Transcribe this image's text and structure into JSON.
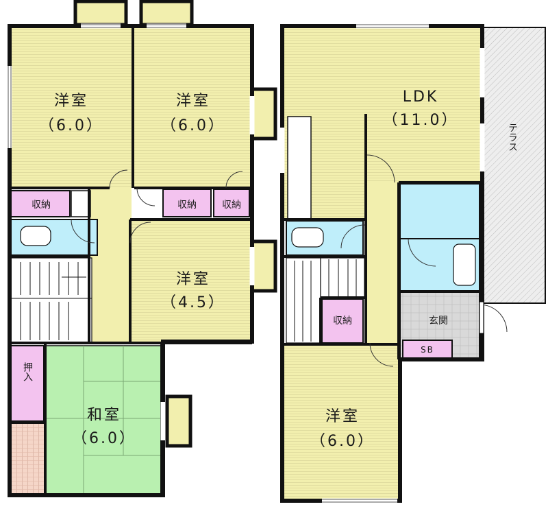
{
  "colors": {
    "wall": "#111111",
    "western_room": "#f2efae",
    "storage": "#f3c3ef",
    "water_area": "#bfeefa",
    "tatami": "#b9f0b0",
    "hallway": "#f2efae",
    "entrance": "#d9d9d9",
    "terrace": "#e6e6e6",
    "floor_lines": "#d9d69a"
  },
  "rooms": {
    "western1": {
      "name": "洋室",
      "size": "（6.0）"
    },
    "western2": {
      "name": "洋室",
      "size": "（6.0）"
    },
    "western3": {
      "name": "洋室",
      "size": "（4.5）"
    },
    "washitsu": {
      "name": "和室",
      "size": "（6.0）"
    },
    "ldk": {
      "name": "LDK",
      "size": "（11.0）"
    },
    "western4": {
      "name": "洋室",
      "size": "（6.0）"
    }
  },
  "storage": {
    "storage1": "収納",
    "storage2": "収納",
    "storage3": "収納",
    "storage4": "収納",
    "oshiire": "押入"
  },
  "entrance": {
    "label": "玄関"
  },
  "shoe_box": {
    "label": "SB"
  },
  "terrace": {
    "label": "テラス"
  }
}
